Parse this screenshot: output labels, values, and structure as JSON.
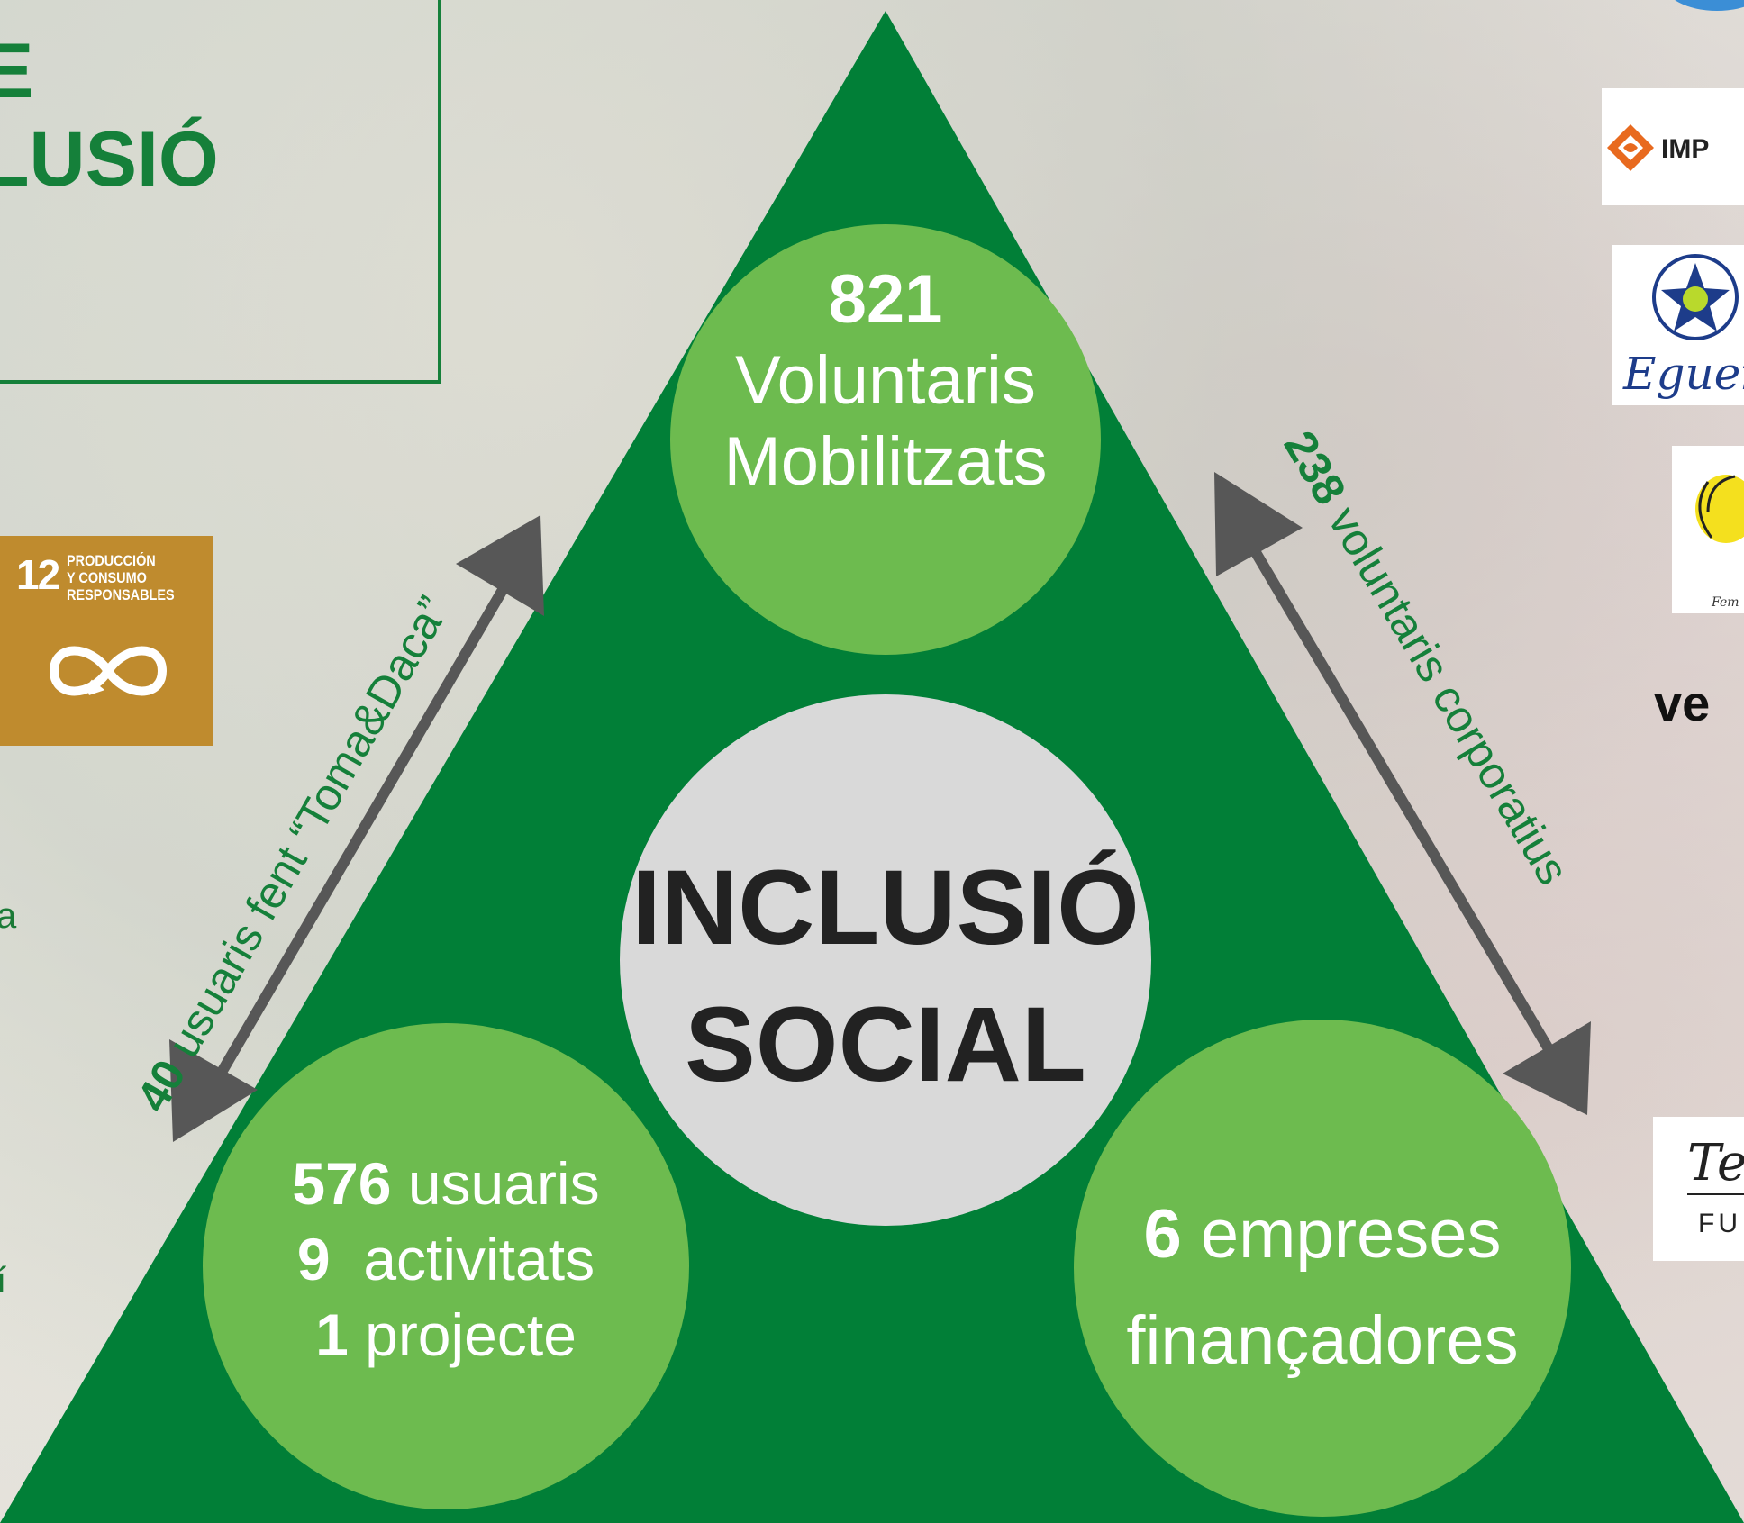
{
  "header": {
    "title_line1": "E",
    "title_line2": "LUSIÓ"
  },
  "sdg": {
    "number": "12",
    "label": "PRODUCCIÓN\nY CONSUMO\nRESPONSABLES",
    "color": "#bf8b2e"
  },
  "side_fragments": [
    "a",
    "í"
  ],
  "diagram": {
    "center": {
      "line1": "INCLUSIÓ",
      "line2": "SOCIAL"
    },
    "top": {
      "number": "821",
      "line1": "Voluntaris",
      "line2": "Mobilitzats"
    },
    "bottom_left": {
      "l1_num": "576",
      "l1_text": " usuaris",
      "l2_num": "9",
      "l2_text": "  activitats",
      "l3_num": "1",
      "l3_text": " projecte"
    },
    "bottom_right": {
      "l1_num": "6",
      "l1_text": " empreses",
      "l2_text": "finançadores"
    },
    "left_edge": {
      "num": "40",
      "text": " usuaris fent “Toma&Daca”"
    },
    "right_edge": {
      "num": "238",
      "text": " voluntaris corporatius"
    },
    "colors": {
      "triangle": "#017f37",
      "bubble": "#6dbb4f",
      "center": "#d9d9d9",
      "arrow": "#575757",
      "label": "#15803a"
    }
  },
  "logos": {
    "impulsa_text": "IMP",
    "egueiro_text": "Eguei",
    "fem_text": "Fem",
    "ver_text": "ve",
    "te_text": "Te",
    "fu_text": "FU"
  }
}
